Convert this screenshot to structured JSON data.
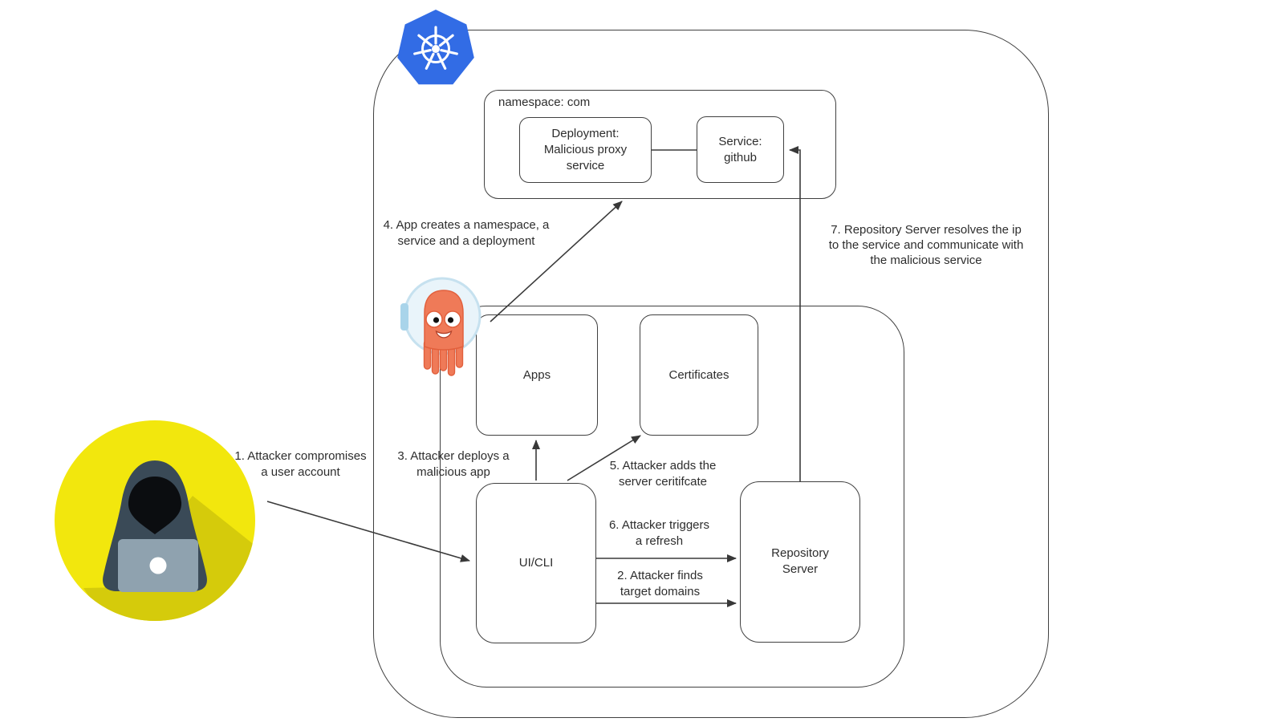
{
  "nodes": {
    "namespace": "namespace: com",
    "deployment": "Deployment:\nMalicious proxy\nservice",
    "service": "Service:\ngithub",
    "apps": "Apps",
    "certificates": "Certificates",
    "ui_cli": "UI/CLI",
    "repository_server": "Repository\nServer"
  },
  "steps": {
    "step1": "1. Attacker compromises\na user account",
    "step2": "2. Attacker finds\ntarget domains",
    "step3": "3. Attacker deploys a\nmalicious app",
    "step4": "4. App creates a namespace, a\nservice and a deployment",
    "step5": "5. Attacker adds the\nserver ceritifcate",
    "step6": "6. Attacker triggers\na refresh",
    "step7": "7. Repository Server resolves the ip\nto the service and communicate with\nthe malicious service"
  },
  "icons": {
    "kubernetes": "kubernetes-logo",
    "argocd": "argo-octopus-mascot",
    "attacker": "hooded-hacker-avatar"
  },
  "colors": {
    "kubernetes_blue": "#326CE5",
    "attacker_yellow": "#F2E70D",
    "attacker_shadow": "#D5CB0B",
    "hood_dark": "#3A4A57",
    "face_black": "#0B0D10",
    "laptop_gray": "#8FA2AF",
    "octopus_orange": "#EF7A58",
    "octopus_outline": "#E2603D",
    "bubble_fill": "#E9F4FA",
    "bubble_rim": "#C6E1EF",
    "line": "#3A3A3A"
  }
}
